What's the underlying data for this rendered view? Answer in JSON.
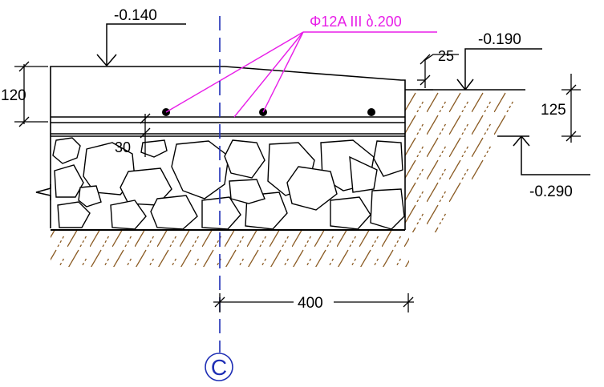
{
  "drawing": {
    "slab_top_level": "-0.140",
    "ground_level_right": "-0.190",
    "step_bottom_level": "-0.290",
    "rebar_label": "Φ12A III ბ.200",
    "slab_thickness": "120",
    "cover": "30",
    "step_height": "25",
    "ground_step": "125",
    "edge_distance": "400",
    "axis_label": "C"
  },
  "colors": {
    "line": "#000000",
    "rebar_leader": "#e81ee8",
    "axis": "#1f2fb5",
    "soil_hatch": "#8a5a22"
  }
}
